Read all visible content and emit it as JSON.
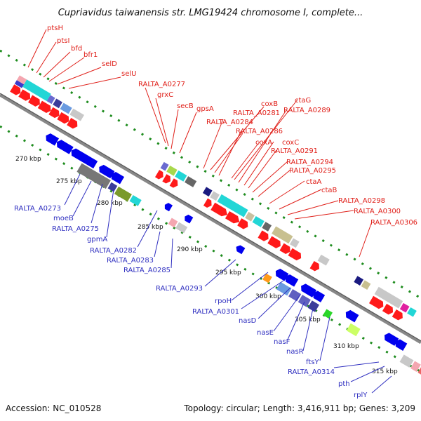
{
  "title": "Cupriavidus taiwanensis str. LMG19424 chromosome I, complete...",
  "footer": {
    "accession": "Accession: NC_010528",
    "summary": "Topology: circular; Length: 3,416,911 bp; Genes: 3,209"
  },
  "kbp_labels": [
    "270 kbp",
    "275 kbp",
    "280 kbp",
    "285 kbp",
    "290 kbp",
    "295 kbp",
    "300 kbp",
    "305 kbp",
    "310 kbp",
    "315 kbp"
  ],
  "top_labels": [
    "ptsH",
    "ptsI",
    "bfd",
    "bfr1",
    "selD",
    "selU",
    "RALTA_A0277",
    "grxC",
    "secB",
    "gpsA",
    "RALTA_A0281",
    "coxB",
    "RALTA_A0284",
    "ctaG",
    "RALTA_A0289",
    "RALTA_A0286",
    "coxA",
    "coxC",
    "RALTA_A0291",
    "RALTA_A0294",
    "RALTA_A0295",
    "ctaA",
    "ctaB",
    "RALTA_A0298",
    "RALTA_A0300",
    "RALTA_A0306"
  ],
  "bottom_labels": [
    "RALTA_A0273",
    "moeB",
    "RALTA_A0275",
    "gpmA",
    "RALTA_A0282",
    "RALTA_A0283",
    "RALTA_A0285",
    "RALTA_A0293",
    "rpoH",
    "RALTA_A0301",
    "nasD",
    "nasE",
    "nasF",
    "nasR",
    "ftsY",
    "RALTA_A0314",
    "pth",
    "rplY"
  ],
  "colors": {
    "forward_label": "#e0201a",
    "reverse_label": "#2f2fc0",
    "forward_gene": "#ff0000",
    "reverse_gene": "#0000ee",
    "gc_ticks": "#1e8c1e"
  }
}
